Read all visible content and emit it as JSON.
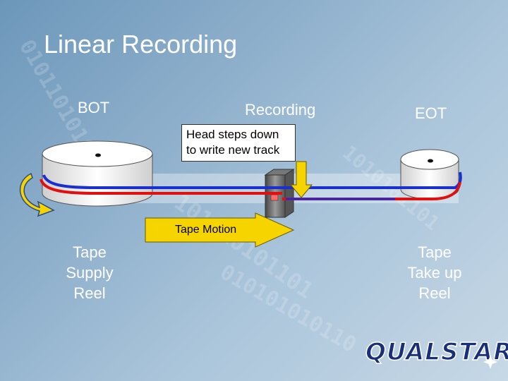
{
  "title": "Linear Recording",
  "labels": {
    "bot": "BOT",
    "recording": "Recording",
    "eot": "EOT"
  },
  "callout": {
    "line1": "Head steps down",
    "line2": "to write new track"
  },
  "motion_label": "Tape Motion",
  "supply_reel": {
    "line1": "Tape",
    "line2": "Supply",
    "line3": "Reel"
  },
  "takeup_reel": {
    "line1": "Tape",
    "line2": "Take up",
    "line3": "Reel"
  },
  "logo_text": "QUALSTAR",
  "colors": {
    "track_red": "#e01010",
    "track_blue": "#1a2fd0",
    "arrow_yellow": "#f5d400",
    "background": "#8fb0cc"
  }
}
